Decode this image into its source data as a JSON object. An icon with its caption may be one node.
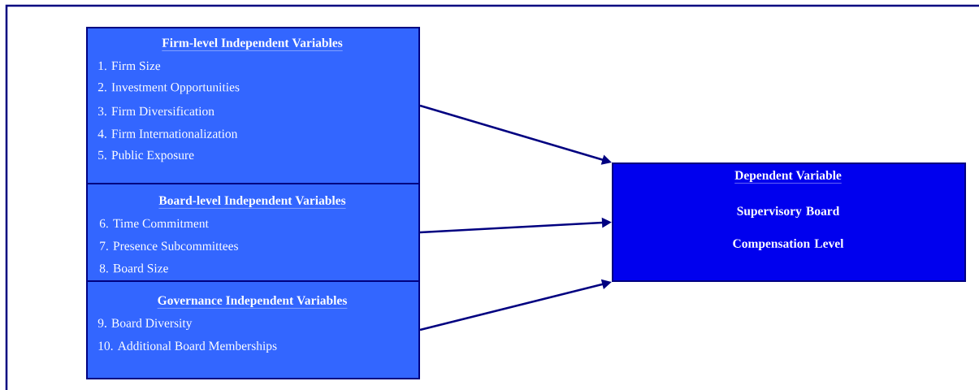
{
  "diagram": {
    "nodes": [
      {
        "text": [
          "Firm-level Independent Variables",
          "1.   Firm Size",
          "2.   Investment Opportunities",
          "3.   Firm Diversification",
          "4.   Firm Internationalization",
          "5.   Public Exposure"
        ]
      },
      {
        "text": [
          "Board-level Independent Variables",
          "6.   Time Commitment",
          "7.   Presence Subcommittees",
          "8.   Board Size"
        ]
      },
      {
        "text": [
          "Governance Independent Variables",
          "9.   Board Diversity",
          "10.   Additional Board Memberships"
        ]
      },
      {
        "text": [
          "Dependent Variable",
          "Supervisory Board Compensation Level"
        ]
      }
    ],
    "edges": [
      {
        "from": 0,
        "to": 3,
        "arrow": "to"
      },
      {
        "from": 1,
        "to": 3,
        "arrow": "to"
      },
      {
        "from": 2,
        "to": 3,
        "arrow": "to"
      }
    ]
  }
}
